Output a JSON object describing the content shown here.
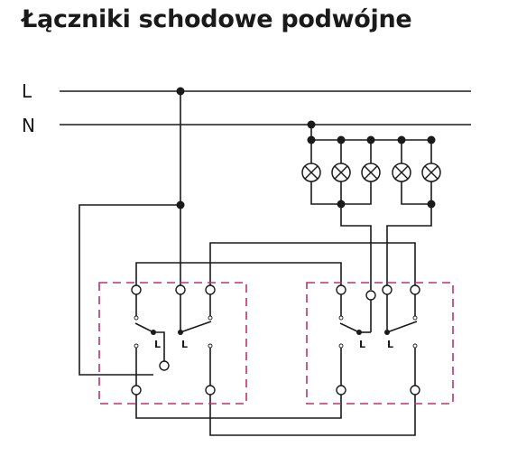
{
  "title": "Łączniki schodowe podwójne",
  "lines": {
    "phase": "L",
    "neutral": "N"
  },
  "switch_pole_label": "L",
  "colors": {
    "wire": "#1a1a1a",
    "enclosure": "#c0306e",
    "background": "#ffffff"
  },
  "lamp_count": 5,
  "switch_count": 2,
  "gangs_per_switch": 2
}
